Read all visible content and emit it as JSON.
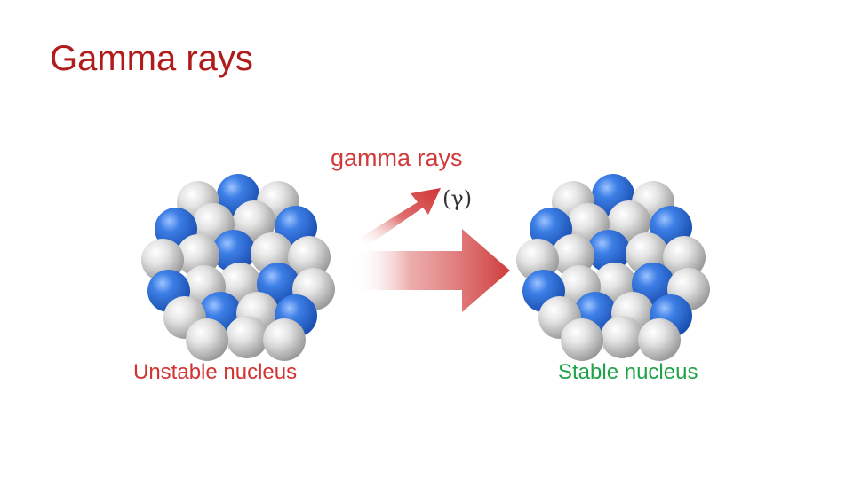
{
  "slide": {
    "title": "Gamma rays"
  },
  "diagram": {
    "emission_label": "gamma rays",
    "emission_symbol": "(γ)",
    "left_nucleus_label": "Unstable nucleus",
    "right_nucleus_label": "Stable nucleus"
  },
  "colors": {
    "title": "#b01c1c",
    "unstable_label": "#d23434",
    "stable_label": "#1fa34a",
    "arrow": "#d23f3f",
    "proton_blue": "#2f6fd6",
    "neutron_gray": "#d9d9d9"
  }
}
